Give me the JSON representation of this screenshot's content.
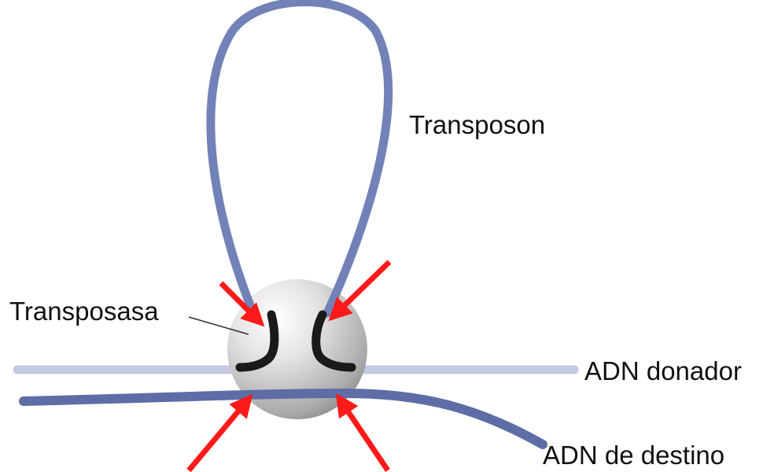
{
  "labels": {
    "transposon": "Transposon",
    "transposasa": "Transposasa",
    "adn_donador": "ADN donador",
    "adn_destino": "ADN de destino"
  },
  "colors": {
    "transposon_strand": "#7282b8",
    "donor_dna": "#c3c9e2",
    "target_dna": "#5e6da6",
    "transposase_body": "#c9c9c9",
    "transposase_ends": "#1a1a1a",
    "arrows": "#ff1a1a"
  }
}
